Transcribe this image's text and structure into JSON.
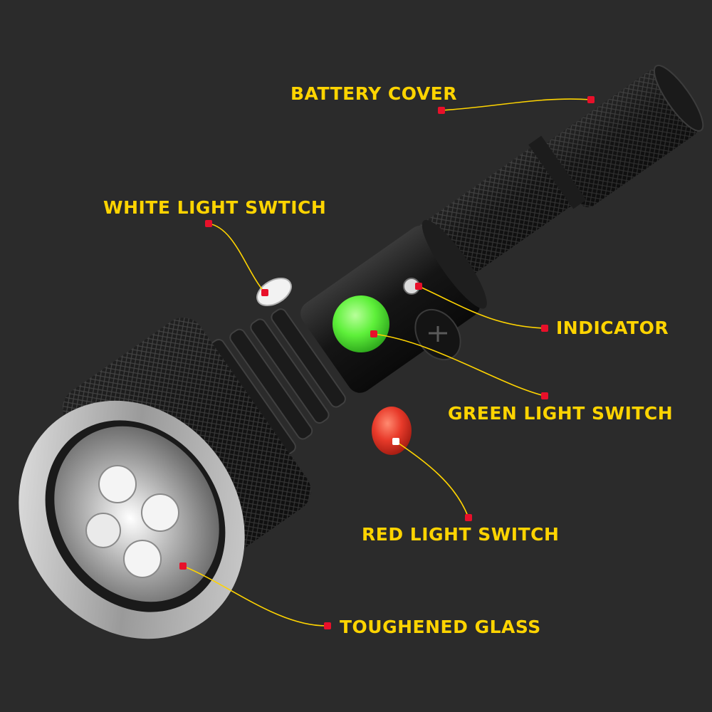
{
  "labels": {
    "battery_cover": "BATTERY COVER",
    "white_light_switch": "WHITE LIGHT SWTICH",
    "indicator": "INDICATOR",
    "green_light_switch": "GREEN LIGHT SWITCH",
    "red_light_switch": "RED LIGHT SWITCH",
    "toughened_glass": "TOUGHENED GLASS"
  },
  "colors": {
    "background": "#2b2b2b",
    "label_text": "#ffd400",
    "leader_line": "#ffd400",
    "marker": "#e8102a",
    "green_button": "#5ef03a",
    "red_button": "#e83a2a"
  }
}
